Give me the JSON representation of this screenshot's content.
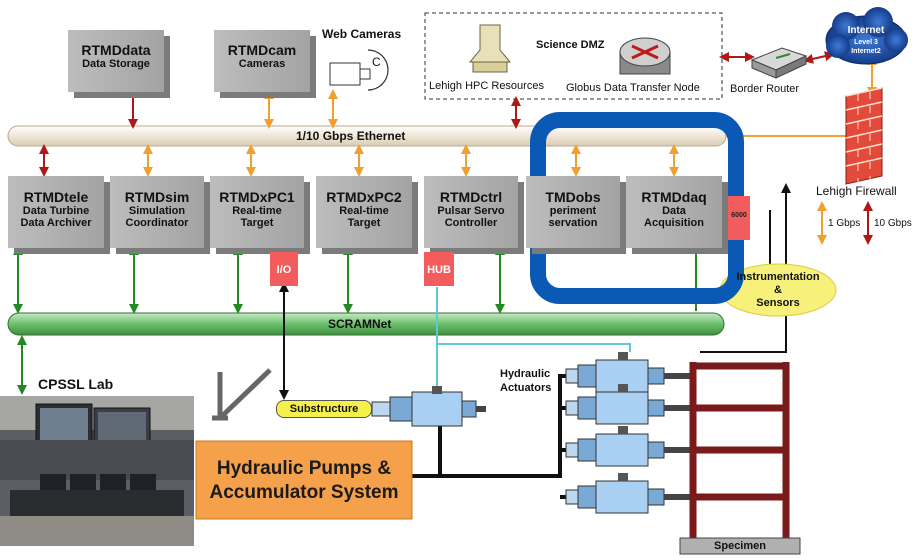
{
  "top": {
    "rtmddata": {
      "title": "RTMDdata",
      "sub": "Data Storage"
    },
    "rtmdcam": {
      "title": "RTMDcam",
      "sub": "Cameras"
    },
    "web_cameras": "Web Cameras",
    "science_dmz": "Science DMZ",
    "hpc": "Lehigh HPC Resources",
    "globus": "Globus Data Transfer Node",
    "border_router": "Border Router",
    "internet": {
      "title": "Internet",
      "l1": "Level 3",
      "l2": "Internet2"
    },
    "firewall": "Lehigh Firewall"
  },
  "ethernet_label": "1/10 Gbps Ethernet",
  "scramnet_label": "SCRAMNet",
  "nodes": [
    {
      "title": "RTMDtele",
      "line1": "Data Turbine",
      "line2": "Data Archiver"
    },
    {
      "title": "RTMDsim",
      "line1": "Simulation",
      "line2": "Coordinator"
    },
    {
      "title": "RTMDxPC1",
      "line1": "Real-time",
      "line2": "Target"
    },
    {
      "title": "RTMDxPC2",
      "line1": "Real-time",
      "line2": "Target"
    },
    {
      "title": "RTMDctrl",
      "line1": "Pulsar Servo",
      "line2": "Controller"
    },
    {
      "title": "TMDobs",
      "line1": "periment",
      "line2": "servation"
    },
    {
      "title": "RTMDdaq",
      "line1": "Data",
      "line2": "Acquisition"
    }
  ],
  "tags": {
    "io": "I/O",
    "hub": "HUB",
    "daq": "6000"
  },
  "legend": {
    "g1": "1 Gbps",
    "g10": "10 Gbps"
  },
  "instrumentation": {
    "l1": "Instrumentation",
    "l2": "&",
    "l3": "Sensors"
  },
  "lab": "CPSSL Lab",
  "substructure": "Substructure",
  "actuators": {
    "l1": "Hydraulic",
    "l2": "Actuators"
  },
  "pumps": {
    "l1": "Hydraulic Pumps &",
    "l2": "Accumulator System"
  },
  "specimen": "Specimen",
  "colors": {
    "node_gray": "#a8a8a8",
    "ethernet": "#f4ede0",
    "scramnet": "#7cc47c",
    "highlight": "#0a59b5",
    "orange_arrow": "#f0a030",
    "red_arrow": "#b01818",
    "green_arrow": "#238a23",
    "frame": "#7a1a1a",
    "pumps": "#f5a04a",
    "instrumentation": "#f7f07a"
  }
}
